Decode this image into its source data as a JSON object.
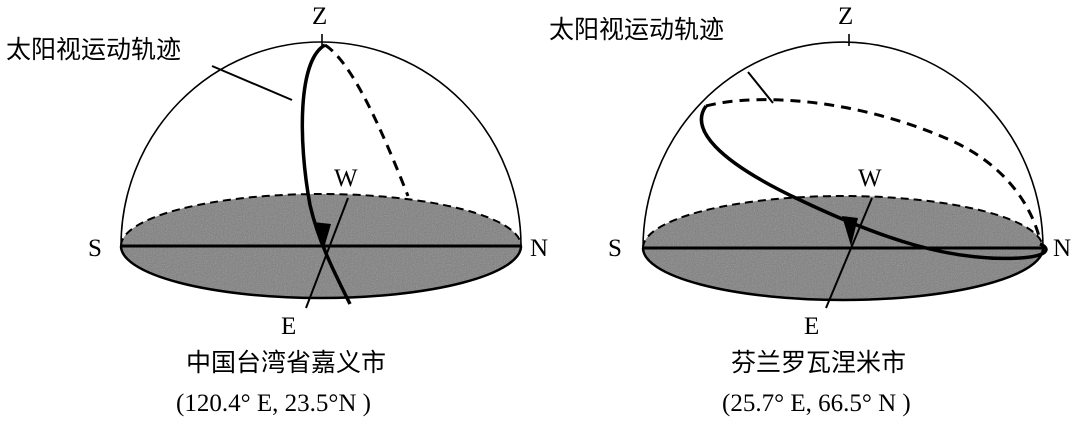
{
  "left_diagram": {
    "zenith": "Z",
    "south": "S",
    "north": "N",
    "west": "W",
    "east": "E",
    "callout": "太阳视运动轨迹",
    "place": "中国台湾省嘉义市",
    "coords": "(120.4° E, 23.5°N )"
  },
  "right_diagram": {
    "zenith": "Z",
    "south": "S",
    "north": "N",
    "west": "W",
    "east": "E",
    "callout": "太阳视运动轨迹",
    "place": "芬兰罗瓦涅米市",
    "coords": "(25.7° E, 66.5° N )"
  },
  "colors": {
    "ground_fill": "#7d7d7d",
    "line": "#000000"
  }
}
